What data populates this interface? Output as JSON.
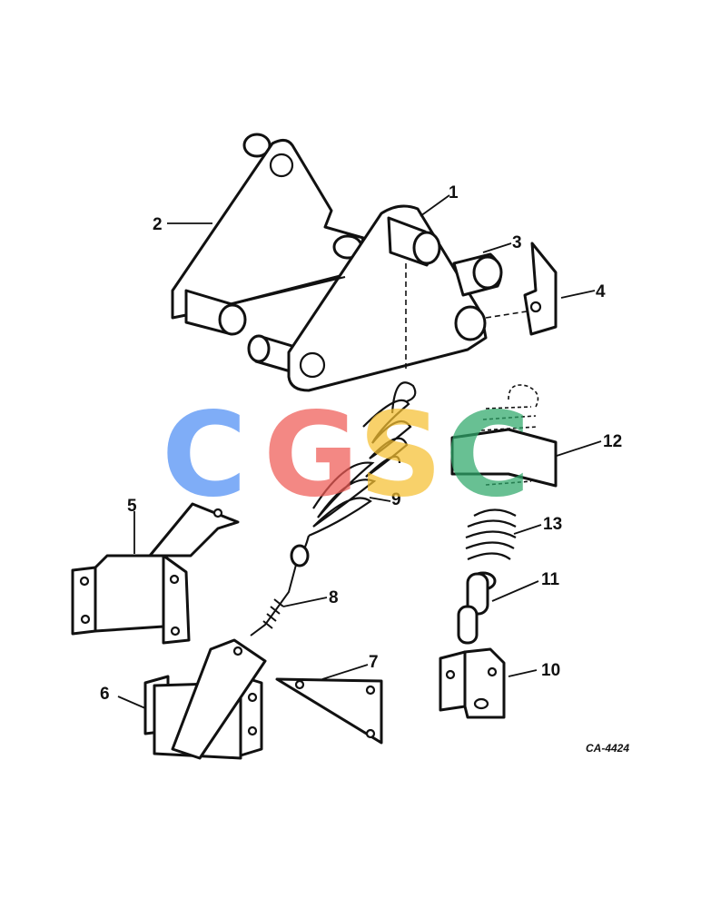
{
  "callouts": [
    "1",
    "2",
    "3",
    "4",
    "5",
    "6",
    "7",
    "8",
    "9",
    "10",
    "11",
    "12",
    "13"
  ],
  "reference_code": "CA-4424",
  "watermark": {
    "letters": [
      "C",
      "G",
      "S",
      "C"
    ],
    "colors": [
      "#4f8ef5",
      "#ef5b55",
      "#f6c032",
      "#2fa86a"
    ]
  }
}
